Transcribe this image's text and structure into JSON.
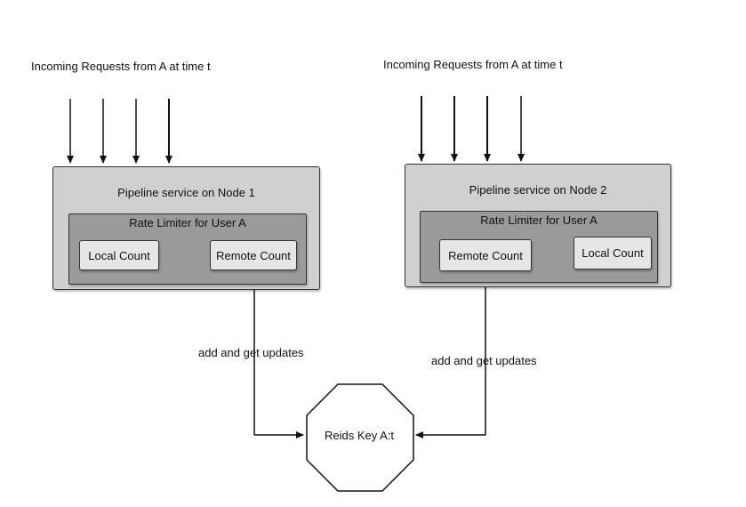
{
  "left": {
    "incoming_label": "Incoming Requests from A at time t",
    "node_title": "Pipeline service on Node 1",
    "limiter_title": "Rate Limiter for User A",
    "local_count": "Local Count",
    "remote_count": "Remote Count",
    "edge_label": "add and get updates"
  },
  "right": {
    "incoming_label": "Incoming Requests from A at time t",
    "node_title": "Pipeline service on Node 2",
    "limiter_title": "Rate Limiter for User A",
    "local_count": "Local Count",
    "remote_count": "Remote Count",
    "edge_label": "add and get updates"
  },
  "store": {
    "label": "Reids Key A:t"
  },
  "colors": {
    "node_fill": "#d0d0d0",
    "limiter_fill": "#9a9a9a",
    "counter_fill": "#e6e6e6",
    "stroke": "#111111"
  }
}
